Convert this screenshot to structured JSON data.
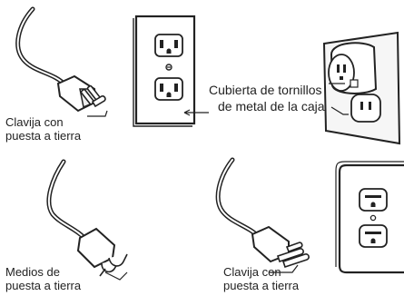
{
  "labels": {
    "grounded_plug_top": {
      "line1": "Clavija con",
      "line2": "puesta a tierra"
    },
    "screw_cover": {
      "line1": "Cubierta de tornillos",
      "line2": "de metal de la caja"
    },
    "grounding_means": {
      "line1": "Medios de",
      "line2": "puesta a tierra"
    },
    "grounded_plug_bottom": {
      "line1": "Clavija con",
      "line2": "puesta a tierra"
    }
  },
  "colors": {
    "ink": "#222222",
    "paper": "#ffffff",
    "wall": "#f2f2f2"
  }
}
